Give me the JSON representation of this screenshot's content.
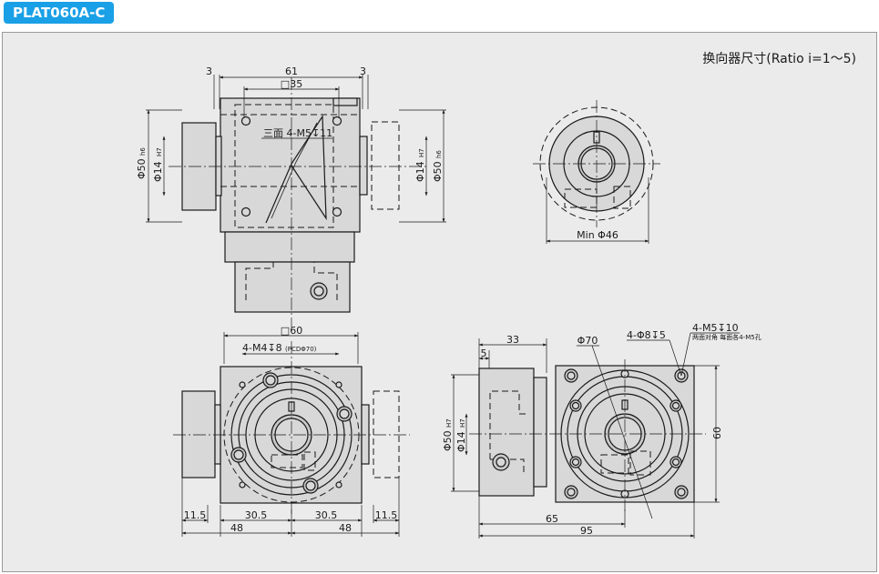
{
  "header": {
    "model": "PLAT060A-C"
  },
  "note": {
    "ratio": "换向器尺寸(Ratio i=1～5)"
  },
  "dimensions": {
    "top_view": {
      "left_3": "3",
      "width_61": "61",
      "right_3": "3",
      "square_35": "□35",
      "tap_holes": "三面 4-M5↧11",
      "dia_50_left": "Φ50",
      "h6_left": "h6",
      "dia_14_left": "Φ14",
      "h7_left": "H7",
      "dia_14_right": "Φ14",
      "h7_right": "H7",
      "dia_50_right": "Φ50",
      "h6_right": "h6"
    },
    "side_view": {
      "min_46": "Min Φ46"
    },
    "front_view": {
      "square_60": "□60",
      "bolt_holes": "4-M4↧8",
      "pcd": "(PCDΦ70)",
      "w_11_5_left": "11.5",
      "w_30_5_left": "30.5",
      "w_30_5_right": "30.5",
      "w_11_5_right": "11.5",
      "w_48_left": "48",
      "w_48_right": "48"
    },
    "flange_view": {
      "len_33": "33",
      "len_5": "5",
      "dia_70": "Φ70",
      "holes_8": "4-Φ8↧5",
      "holes_m5": "4-M5↧10",
      "holes_m5_note": "两面对角 每面各4-M5孔",
      "dia_50": "Φ50",
      "h7_50": "H7",
      "dia_14": "Φ14",
      "h7_14": "H7",
      "height_60": "60",
      "len_65": "65",
      "len_95": "95"
    }
  }
}
